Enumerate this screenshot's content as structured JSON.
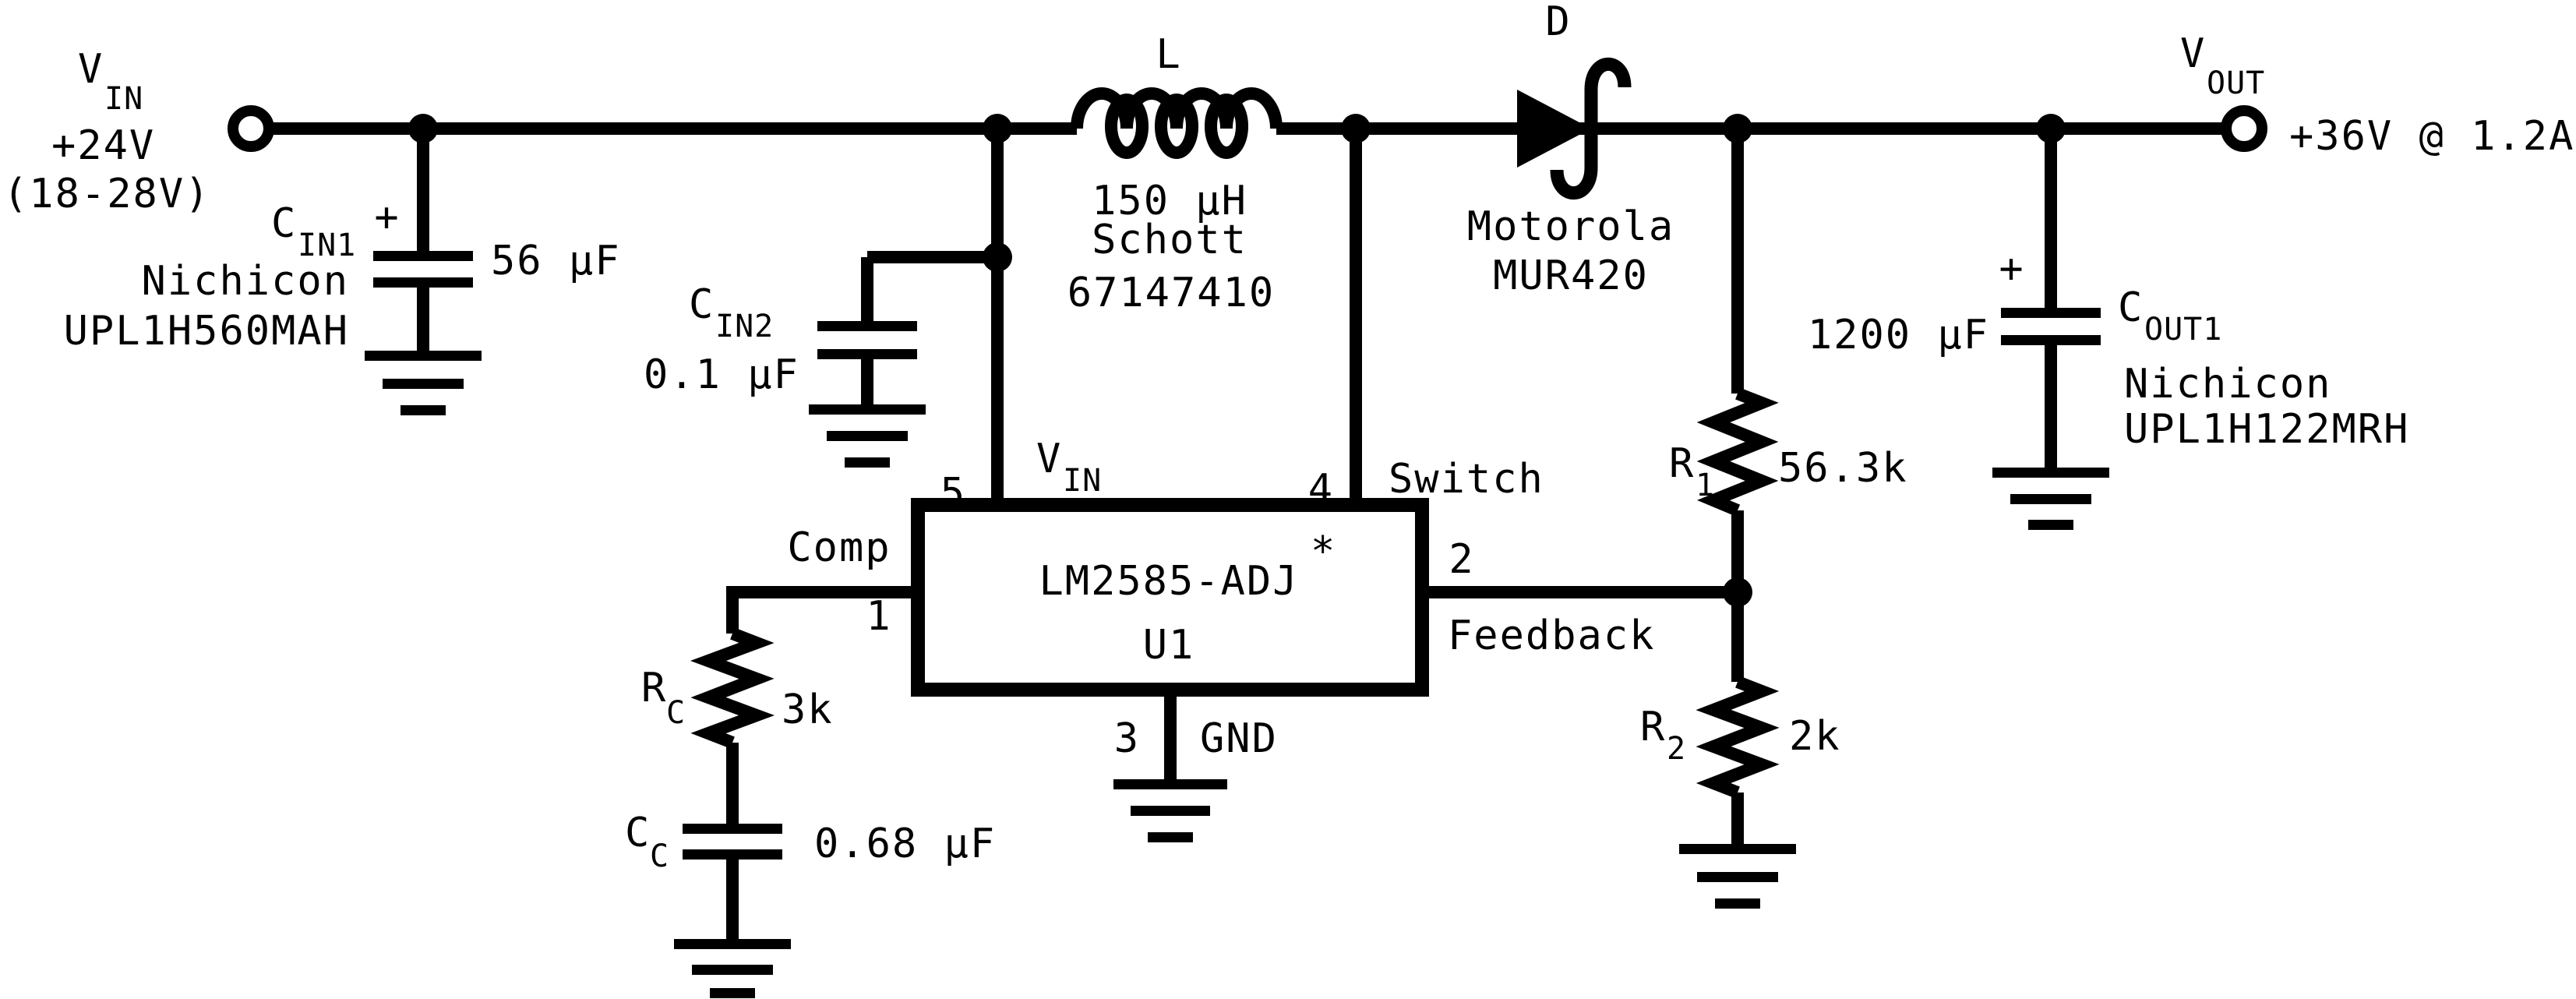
{
  "meta": {
    "title": "LM2585-ADJ boost converter schematic",
    "ink_color": "#000000",
    "background_color": "#ffffff"
  },
  "schematic": {
    "source": {
      "label": "V",
      "label_sub": "IN",
      "voltage": "+24V",
      "range": "(18-28V)"
    },
    "output": {
      "label": "V",
      "label_sub": "OUT",
      "rating": "+36V @ 1.2A"
    },
    "cin1": {
      "ref": "C",
      "ref_sub": "IN1",
      "polarity": "+",
      "value": "56 µF",
      "manufacturer": "Nichicon",
      "part_number": "UPL1H560MAH"
    },
    "cin2": {
      "ref": "C",
      "ref_sub": "IN2",
      "value": "0.1 µF"
    },
    "inductor": {
      "ref": "L",
      "value": "150 µH",
      "manufacturer": "Schott",
      "part_number": "67147410"
    },
    "diode": {
      "ref": "D",
      "manufacturer": "Motorola",
      "part_number": "MUR420"
    },
    "ic": {
      "part_number": "LM2585-ADJ",
      "note_marker": "*",
      "ref": "U1",
      "pin_vin": {
        "number": "5",
        "name": "V",
        "name_sub": "IN"
      },
      "pin_switch": {
        "number": "4",
        "name": "Switch"
      },
      "pin_comp": {
        "number": "1",
        "name": "Comp"
      },
      "pin_feedback": {
        "number": "2",
        "name": "Feedback"
      },
      "pin_gnd": {
        "number": "3",
        "name": "GND"
      }
    },
    "r1": {
      "ref": "R",
      "ref_sub": "1",
      "value": "56.3k"
    },
    "r2": {
      "ref": "R",
      "ref_sub": "2",
      "value": "2k"
    },
    "rc": {
      "ref": "R",
      "ref_sub": "C",
      "value": "3k"
    },
    "cc": {
      "ref": "C",
      "ref_sub": "C",
      "value": "0.68 µF"
    },
    "cout1": {
      "ref": "C",
      "ref_sub": "OUT1",
      "polarity": "+",
      "value": "1200 µF",
      "manufacturer": "Nichicon",
      "part_number": "UPL1H122MRH"
    }
  }
}
